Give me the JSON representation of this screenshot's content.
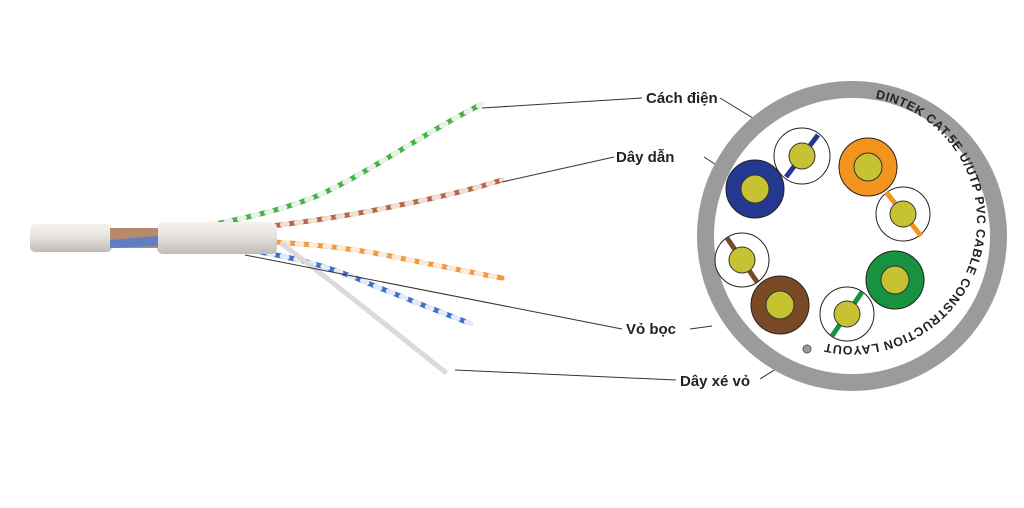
{
  "labels": {
    "insulation": "Cách điện",
    "conductor": "Dây dẫn",
    "jacket": "Vỏ bọc",
    "ripcord": "Dây xé vỏ"
  },
  "ring_text": "DINTEK CAT.5E U/UTP PVC CABLE CONSTRUCTION LAYOUT",
  "colors": {
    "jacket": "#9b9b9b",
    "copper": "#c7c232",
    "blue": "#24388f",
    "orange": "#f3941f",
    "green": "#17923f",
    "brown": "#7a4a26",
    "white_insulation": "#ffffff",
    "leader_line": "#333333"
  },
  "pairs": [
    {
      "name": "blue",
      "solid": "blue",
      "stripe": "blue/white"
    },
    {
      "name": "orange",
      "solid": "orange",
      "stripe": "orange/white"
    },
    {
      "name": "green",
      "solid": "green",
      "stripe": "green/white"
    },
    {
      "name": "brown",
      "solid": "brown",
      "stripe": "brown/white"
    }
  ]
}
